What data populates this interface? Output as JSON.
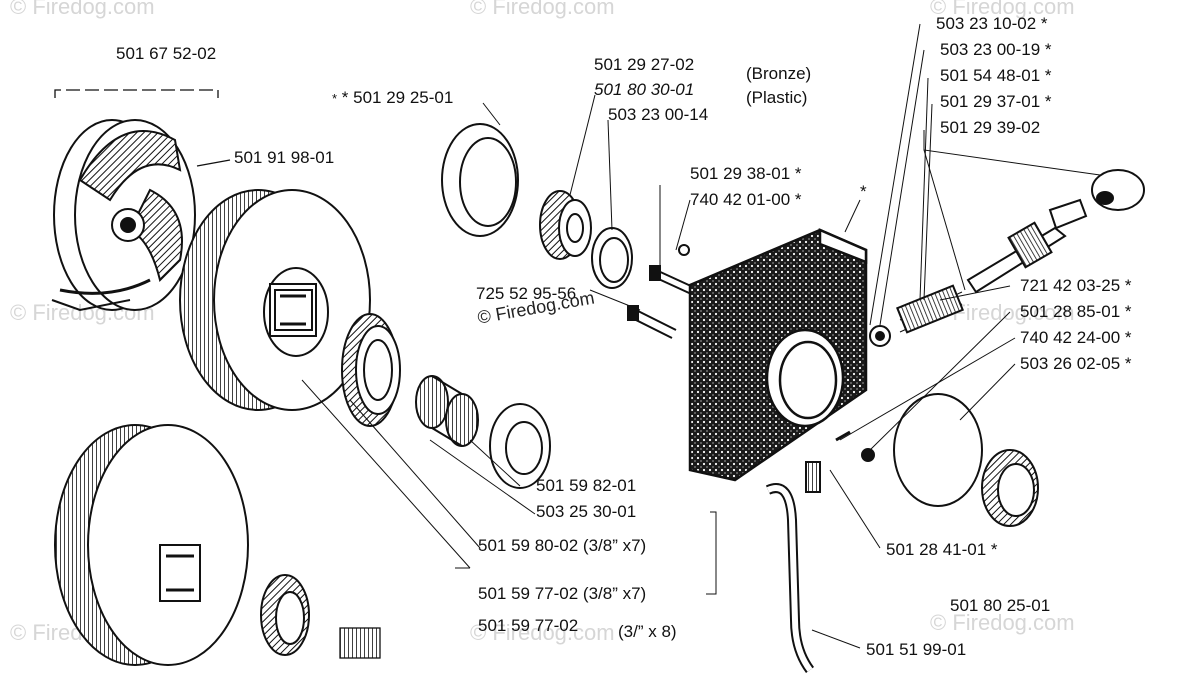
{
  "labels": {
    "clutch_assy": "501 67 52-02",
    "spring": "501 91 98-01",
    "cover_ring": "* 501 29 25-01",
    "bearing_bronze_num": "501 29 27-02",
    "bearing_bronze_word": "(Bronze)",
    "bearing_plastic_num": "501 80 30-01",
    "bearing_plastic_word": "(Plastic)",
    "washer": "503 23 00-14",
    "screw_a": "501 29 38-01  *",
    "screw_b": "740 42 01-00  *",
    "oil_pump_star": "*",
    "nut": "725 52 95-56",
    "r1": "503 23 10-02  *",
    "r2": "503 23 00-19  *",
    "r3": "501 54 48-01  *",
    "r4": "501 29 37-01  *",
    "r5": "501 29 39-02",
    "r6": "721 42 03-25  *",
    "r7": "501 28 85-01  *",
    "r8": "740 42 24-00  *",
    "r9": "503 26 02-05  *",
    "needle_bearing": "501 59 82-01",
    "washer2": "503 25 30-01",
    "rim_sprocket": "501 59 80-02 (3/8” x7)",
    "drum_3_8": "501 59 77-02 (3/8” x7)",
    "drum_partial": "501 59 77-02",
    "drum_partial_tail": "(3/” x 8)",
    "hose_screw": "501 28 41-01  *",
    "seal": "501 80 25-01",
    "hose": "501 51 99-01"
  },
  "watermark": {
    "text": "© Firedog.com",
    "inline": "© Firedog.com"
  },
  "colors": {
    "ink": "#111111",
    "watermark": "#d6d6d6"
  }
}
